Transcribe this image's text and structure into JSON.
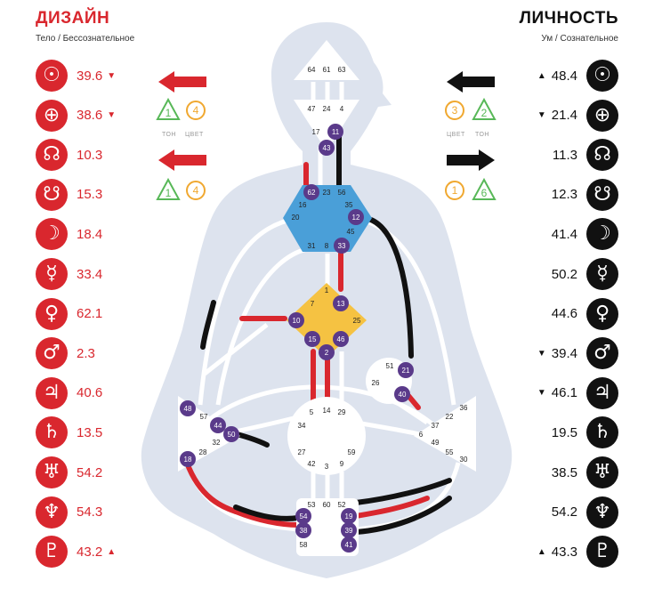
{
  "design": {
    "title": "ДИЗАЙН",
    "subtitle": "Тело / Бессознательное",
    "rows": [
      {
        "icon": "sun-icon",
        "glyph": "☉",
        "value": "39.6",
        "arrow": "▼"
      },
      {
        "icon": "earth-icon",
        "glyph": "⊕",
        "value": "38.6",
        "arrow": "▼"
      },
      {
        "icon": "north-node-icon",
        "glyph": "☊",
        "value": "10.3",
        "arrow": ""
      },
      {
        "icon": "south-node-icon",
        "glyph": "☋",
        "value": "15.3",
        "arrow": ""
      },
      {
        "icon": "moon-icon",
        "glyph": "☽",
        "value": "18.4",
        "arrow": ""
      },
      {
        "icon": "mercury-icon",
        "glyph": "☿",
        "value": "33.4",
        "arrow": ""
      },
      {
        "icon": "venus-icon",
        "glyph": "♀",
        "value": "62.1",
        "arrow": ""
      },
      {
        "icon": "mars-icon",
        "glyph": "♂",
        "value": "2.3",
        "arrow": ""
      },
      {
        "icon": "jupiter-icon",
        "glyph": "♃",
        "value": "40.6",
        "arrow": ""
      },
      {
        "icon": "saturn-icon",
        "glyph": "♄",
        "value": "13.5",
        "arrow": ""
      },
      {
        "icon": "uranus-icon",
        "glyph": "♅",
        "value": "54.2",
        "arrow": ""
      },
      {
        "icon": "neptune-icon",
        "glyph": "♆",
        "value": "54.3",
        "arrow": ""
      },
      {
        "icon": "pluto-icon",
        "glyph": "♇",
        "value": "43.2",
        "arrow": "▲"
      }
    ],
    "tone_label": "ТОН",
    "color_label": "ЦВЕТ",
    "arrows": [
      {
        "direction": "left",
        "tone": "1",
        "color": "4"
      },
      {
        "direction": "left",
        "tone": "1",
        "color": "4"
      }
    ]
  },
  "personality": {
    "title": "ЛИЧНОСТЬ",
    "subtitle": "Ум / Сознательное",
    "rows": [
      {
        "icon": "sun-icon",
        "glyph": "☉",
        "value": "48.4",
        "arrow": "▲"
      },
      {
        "icon": "earth-icon",
        "glyph": "⊕",
        "value": "21.4",
        "arrow": "▼"
      },
      {
        "icon": "north-node-icon",
        "glyph": "☊",
        "value": "11.3",
        "arrow": ""
      },
      {
        "icon": "south-node-icon",
        "glyph": "☋",
        "value": "12.3",
        "arrow": ""
      },
      {
        "icon": "moon-icon",
        "glyph": "☽",
        "value": "41.4",
        "arrow": ""
      },
      {
        "icon": "mercury-icon",
        "glyph": "☿",
        "value": "50.2",
        "arrow": ""
      },
      {
        "icon": "venus-icon",
        "glyph": "♀",
        "value": "44.6",
        "arrow": ""
      },
      {
        "icon": "mars-icon",
        "glyph": "♂",
        "value": "39.4",
        "arrow": "▼"
      },
      {
        "icon": "jupiter-icon",
        "glyph": "♃",
        "value": "46.1",
        "arrow": "▼"
      },
      {
        "icon": "saturn-icon",
        "glyph": "♄",
        "value": "19.5",
        "arrow": ""
      },
      {
        "icon": "uranus-icon",
        "glyph": "♅",
        "value": "38.5",
        "arrow": ""
      },
      {
        "icon": "neptune-icon",
        "glyph": "♆",
        "value": "54.2",
        "arrow": ""
      },
      {
        "icon": "pluto-icon",
        "glyph": "♇",
        "value": "43.3",
        "arrow": "▲"
      }
    ],
    "tone_label": "ТОН",
    "color_label": "ЦВЕТ",
    "arrows": [
      {
        "direction": "left",
        "color": "3",
        "tone": "2"
      },
      {
        "direction": "right",
        "color": "1",
        "tone": "6"
      }
    ]
  },
  "centers": {
    "head": [
      "64",
      "61",
      "63"
    ],
    "ajna": [
      "47",
      "24",
      "4",
      "17",
      "11",
      "43"
    ],
    "throat": [
      "62",
      "23",
      "56",
      "16",
      "35",
      "20",
      "12",
      "45",
      "31",
      "8",
      "33"
    ],
    "g": [
      "1",
      "7",
      "13",
      "10",
      "25",
      "15",
      "46",
      "2"
    ],
    "ego": [
      "51",
      "21",
      "26",
      "40"
    ],
    "spleen": [
      "48",
      "57",
      "44",
      "50",
      "32",
      "28",
      "18"
    ],
    "sacral": [
      "5",
      "14",
      "29",
      "34",
      "27",
      "59",
      "42",
      "3",
      "9"
    ],
    "solar_plexus": [
      "36",
      "22",
      "37",
      "6",
      "49",
      "55",
      "30"
    ],
    "root": [
      "53",
      "60",
      "52",
      "54",
      "19",
      "38",
      "39",
      "58",
      "41"
    ]
  },
  "active_gates": [
    "62",
    "12",
    "33",
    "13",
    "10",
    "15",
    "46",
    "2",
    "21",
    "40",
    "48",
    "44",
    "50",
    "18",
    "54",
    "19",
    "38",
    "39",
    "41",
    "11",
    "43"
  ],
  "colors": {
    "design": "#d9272e",
    "personality": "#111111",
    "throat": "#4a9fd8",
    "g": "#f5c242",
    "gate_marker": "#5a3a8a",
    "body": "#dde2ec",
    "channel_empty": "#ffffff"
  }
}
